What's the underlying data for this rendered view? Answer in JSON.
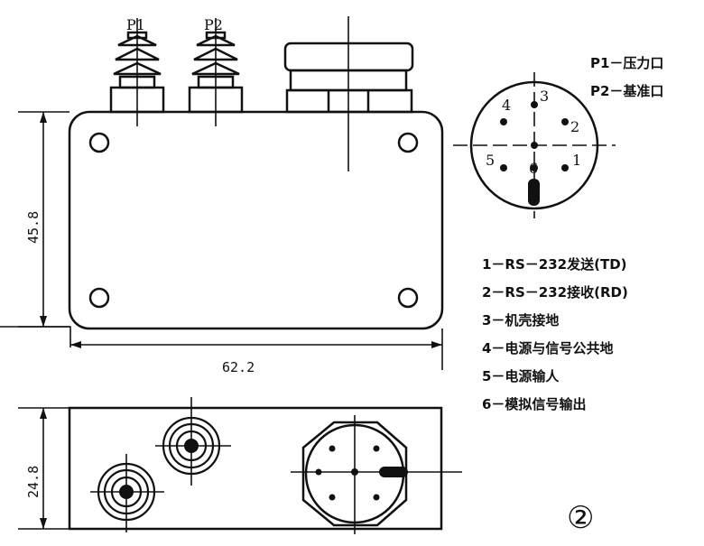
{
  "ports": {
    "p1": "P1",
    "p2": "P2"
  },
  "port_legend": [
    "P1－压力口",
    "P2－基准口"
  ],
  "connector_pins": [
    "1",
    "2",
    "3",
    "4",
    "5",
    "6"
  ],
  "pin_legend": [
    "1－RS－232发送(TD)",
    "2－RS－232接收(RD)",
    "3－机壳接地",
    "4－电源与信号公共地",
    "5－电源输人",
    "6－模拟信号输出"
  ],
  "dimensions": {
    "height": "45.8",
    "width": "62.2",
    "depth": "24.8"
  },
  "figure_number": "②"
}
